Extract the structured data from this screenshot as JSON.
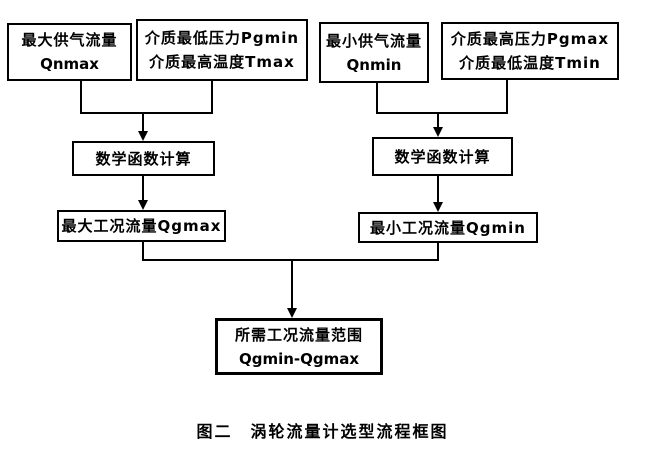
{
  "figure": {
    "caption": "图二　涡轮流量计选型流程框图"
  },
  "colors": {
    "background": "#ffffff",
    "line": "#000000",
    "text": "#000000"
  },
  "nodes": {
    "max_supply": {
      "line1": "最大供气流量",
      "line2": "Qnmax"
    },
    "medium_min_pressure_max_temp": {
      "line1": "介质最低压力Pgmin",
      "line2": "介质最高温度Tmax"
    },
    "min_supply": {
      "line1": "最小供气流量",
      "line2": "Qnmin"
    },
    "medium_max_pressure_min_temp": {
      "line1": "介质最高压力Pgmax",
      "line2": "介质最低温度Tmin"
    },
    "math_calc_left": {
      "label": "数学函数计算"
    },
    "math_calc_right": {
      "label": "数学函数计算"
    },
    "qgmax": {
      "label": "最大工况流量Qgmax"
    },
    "qgmin": {
      "label": "最小工况流量Qgmin"
    },
    "result": {
      "line1": "所需工况流量范围",
      "line2": "Qgmin-Qgmax"
    }
  }
}
